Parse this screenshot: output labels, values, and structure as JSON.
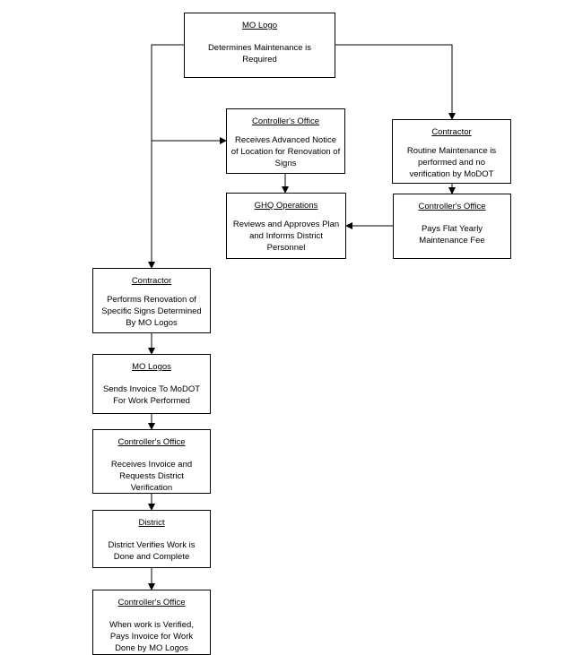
{
  "boxes": [
    {
      "id": "mo-logo",
      "title": "MO Logo",
      "body": "Determines Maintenance is Required"
    },
    {
      "id": "controllers-office-notice",
      "title": "Controller's Office",
      "body": "Receives Advanced Notice of Location for Renovation of Signs"
    },
    {
      "id": "contractor-routine",
      "title": "Contractor",
      "body": "Routine Maintenance is performed and no verification by MoDOT"
    },
    {
      "id": "ghq-operations",
      "title": "GHQ Operations",
      "body": "Reviews and Approves Plan and Informs District Personnel"
    },
    {
      "id": "controllers-office-fee",
      "title": "Controller's Office",
      "body": "Pays Flat Yearly Maintenance Fee"
    },
    {
      "id": "contractor-renovation",
      "title": "Contractor",
      "body": "Performs Renovation of Specific Signs Determined By MO Logos"
    },
    {
      "id": "mo-logos-invoice",
      "title": "MO Logos",
      "body": "Sends Invoice To MoDOT For Work Performed"
    },
    {
      "id": "controllers-office-invoice",
      "title": "Controller's Office",
      "body": "Receives Invoice and Requests District Verification"
    },
    {
      "id": "district",
      "title": "District",
      "body": "District Verifies Work is Done and Complete"
    },
    {
      "id": "controllers-office-pay",
      "title": "Controller's Office",
      "body": "When work is Verified, Pays Invoice for Work Done by MO Logos"
    }
  ]
}
